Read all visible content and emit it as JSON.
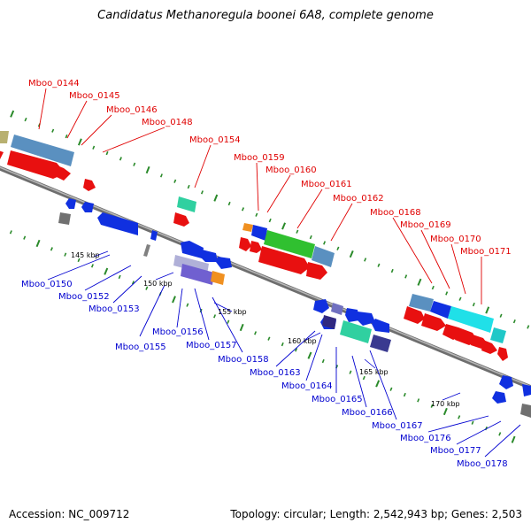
{
  "title": "Candidatus Methanoregula boonei 6A8, complete genome",
  "accession": "Accession: NC_009712",
  "summary": "Topology: circular; Length: 2,542,943 bp; Genes: 2,503",
  "colors": {
    "forward_label": "#e00000",
    "reverse_label": "#0000d0",
    "backbone": "#8a8a8a",
    "tick": "#2a8a2a"
  },
  "scale_labels": [
    "145 kbp",
    "150 kbp",
    "155 kbp",
    "160 kbp",
    "165 kbp",
    "170 kbp"
  ],
  "forward_genes": [
    "Mboo_0144",
    "Mboo_0145",
    "Mboo_0146",
    "Mboo_0148",
    "Mboo_0154",
    "Mboo_0159",
    "Mboo_0160",
    "Mboo_0161",
    "Mboo_0162",
    "Mboo_0168",
    "Mboo_0169",
    "Mboo_0170",
    "Mboo_0171"
  ],
  "reverse_genes": [
    "Mboo_0150",
    "Mboo_0152",
    "Mboo_0153",
    "Mboo_0155",
    "Mboo_0156",
    "Mboo_0157",
    "Mboo_0158",
    "Mboo_0163",
    "Mboo_0164",
    "Mboo_0165",
    "Mboo_0166",
    "Mboo_0167",
    "Mboo_0176",
    "Mboo_0177",
    "Mboo_0178"
  ]
}
